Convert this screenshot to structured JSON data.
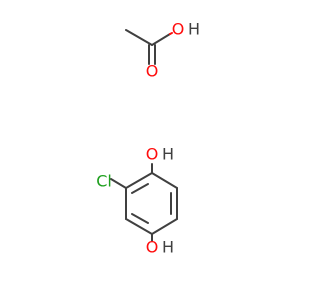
{
  "diagram": {
    "type": "chemical-structure",
    "molecules": [
      {
        "name": "acetic acid",
        "labels": {
          "oxygen_hydroxyl": "O",
          "hydrogen_hydroxyl": "H",
          "oxygen_carbonyl": "O"
        }
      },
      {
        "name": "2-chlorohydroquinone",
        "labels": {
          "oxygen_top": "O",
          "hydrogen_top": "H",
          "chlorine": "Cl",
          "oxygen_bottom": "O",
          "hydrogen_bottom": "H"
        }
      }
    ],
    "colors": {
      "carbon_bonds": "#404040",
      "oxygen": "#ff0d0d",
      "chlorine": "#1fa01f",
      "hydrogen": "#404040"
    }
  }
}
